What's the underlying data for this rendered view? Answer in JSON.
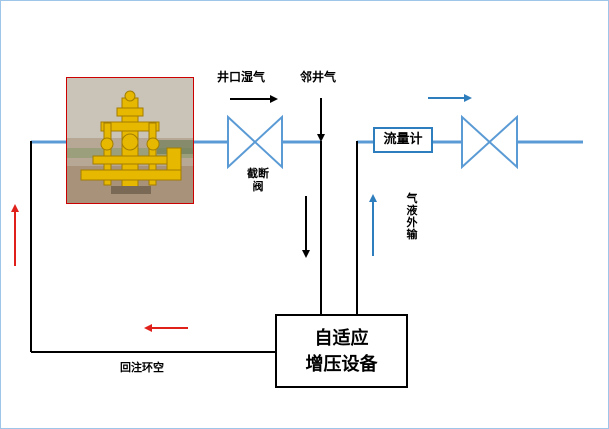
{
  "labels": {
    "wellhead_wet_gas": "井口湿气",
    "adjacent_well_gas": "邻井气",
    "shutoff_valve": "截断阀",
    "gas_liquid_export": "气液外输",
    "flow_meter": "流量计",
    "booster_line1": "自适应",
    "booster_line2": "增压设备",
    "return_annulus": "回注环空"
  },
  "colors": {
    "pipe": "#5b9bd5",
    "black_arrow": "#000000",
    "blue_arrow": "#2e7dbd",
    "red_arrow": "#e0201b",
    "photo_border": "#cc0000"
  },
  "images": {
    "wellhead_photo": "photo of yellow wellhead / christmas tree equipment"
  }
}
